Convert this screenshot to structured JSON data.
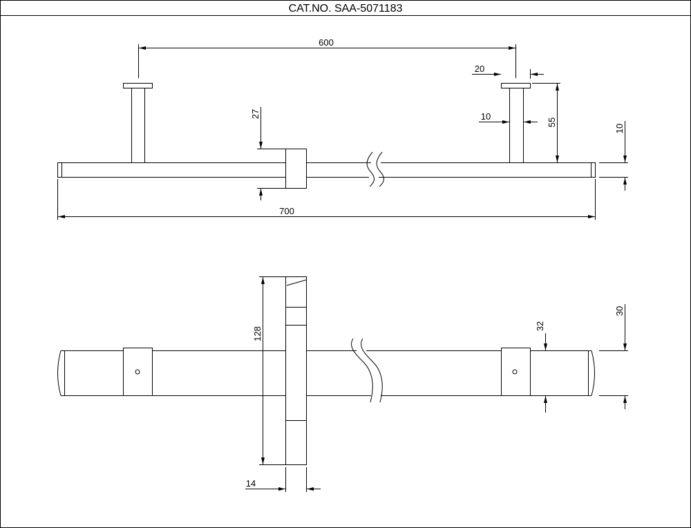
{
  "title": "CAT.NO. SAA-5071183",
  "dimensions": {
    "top_view": {
      "post_spacing": "600",
      "flange_width": "20",
      "post_width": "10",
      "post_height": "55",
      "bar_thickness": "10",
      "clamp_height": "27",
      "overall_length": "700"
    },
    "bottom_view": {
      "clamp_length": "128",
      "clamp_thickness": "14",
      "block_width": "32",
      "bar_width": "30"
    }
  }
}
